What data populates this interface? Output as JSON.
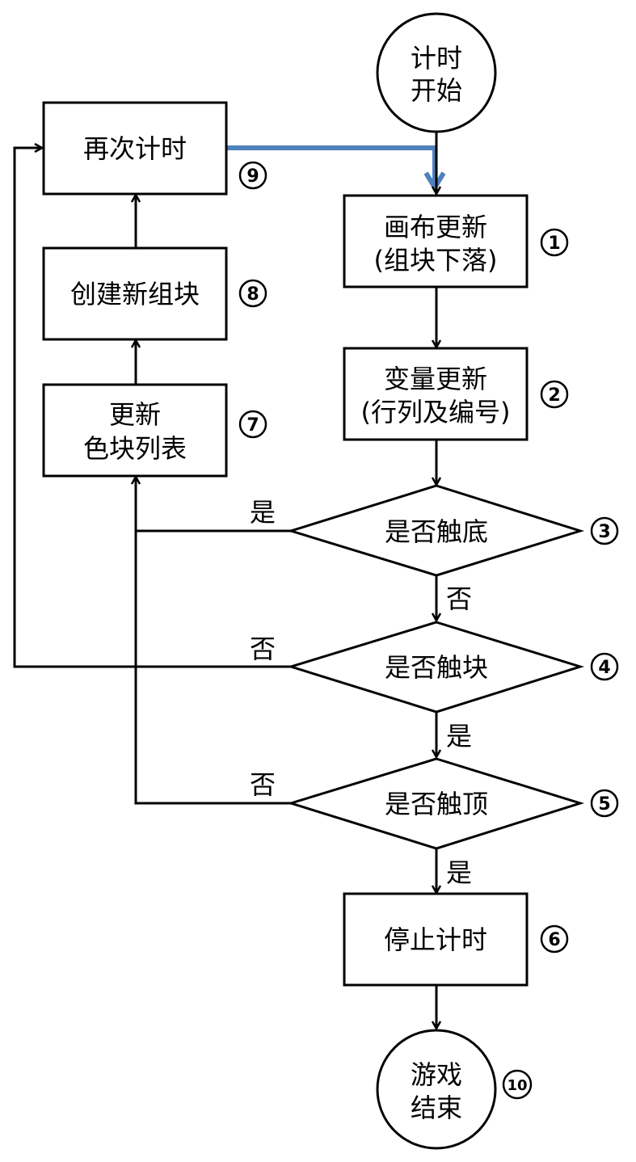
{
  "diagram": {
    "type": "flowchart",
    "nodes": [
      {
        "id": "start",
        "shape": "circle",
        "lines": [
          "计时",
          "开始"
        ],
        "step": ""
      },
      {
        "id": "n1",
        "shape": "rect",
        "lines": [
          "画布更新",
          "(组块下落)"
        ],
        "step": "1"
      },
      {
        "id": "n2",
        "shape": "rect",
        "lines": [
          "变量更新",
          "(行列及编号)"
        ],
        "step": "2"
      },
      {
        "id": "n3",
        "shape": "diamond",
        "lines": [
          "是否触底"
        ],
        "step": "3"
      },
      {
        "id": "n4",
        "shape": "diamond",
        "lines": [
          "是否触块"
        ],
        "step": "4"
      },
      {
        "id": "n5",
        "shape": "diamond",
        "lines": [
          "是否触顶"
        ],
        "step": "5"
      },
      {
        "id": "n6",
        "shape": "rect",
        "lines": [
          "停止计时"
        ],
        "step": "6"
      },
      {
        "id": "n7",
        "shape": "rect",
        "lines": [
          "更新",
          "色块列表"
        ],
        "step": "7"
      },
      {
        "id": "n8",
        "shape": "rect",
        "lines": [
          "创建新组块"
        ],
        "step": "8"
      },
      {
        "id": "n9",
        "shape": "rect",
        "lines": [
          "再次计时"
        ],
        "step": "9"
      },
      {
        "id": "end",
        "shape": "circle",
        "lines": [
          "游戏",
          "结束"
        ],
        "step": "10"
      }
    ],
    "edges": [
      {
        "from": "start",
        "to": "n1",
        "label": ""
      },
      {
        "from": "n1",
        "to": "n2",
        "label": ""
      },
      {
        "from": "n2",
        "to": "n3",
        "label": ""
      },
      {
        "from": "n3",
        "to": "n4",
        "label": "否"
      },
      {
        "from": "n3",
        "to": "n7",
        "label": "是"
      },
      {
        "from": "n4",
        "to": "n5",
        "label": "是"
      },
      {
        "from": "n4",
        "to": "n9",
        "label": "否"
      },
      {
        "from": "n5",
        "to": "n6",
        "label": "是"
      },
      {
        "from": "n5",
        "to": "n7",
        "label": "否"
      },
      {
        "from": "n7",
        "to": "n8",
        "label": ""
      },
      {
        "from": "n8",
        "to": "n9",
        "label": ""
      },
      {
        "from": "n9",
        "to": "n1",
        "label": "",
        "color": "#4f81bd"
      },
      {
        "from": "n6",
        "to": "end",
        "label": ""
      }
    ],
    "step_markers": {
      "1": "①",
      "2": "②",
      "3": "③",
      "4": "④",
      "5": "⑤",
      "6": "⑥",
      "7": "⑦",
      "8": "⑧",
      "9": "⑨",
      "10": "⑩"
    },
    "colors": {
      "stroke": "#000000",
      "loop_edge": "#4f81bd",
      "background": "#ffffff"
    }
  }
}
